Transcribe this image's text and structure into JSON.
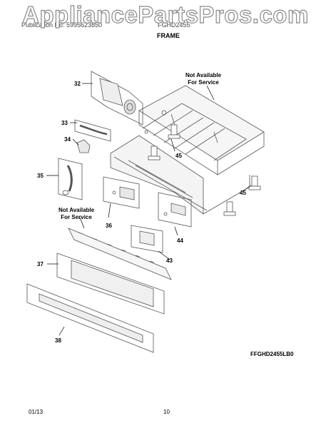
{
  "watermark": "AppliancePartsPros.com",
  "header": {
    "left_text": "Publication No: 5995623850",
    "right_text": "FGHD2455",
    "section_title": "FRAME"
  },
  "labels": {
    "not_available_1": "Not Available\nFor Service",
    "not_available_2": "Not Available\nFor Service"
  },
  "callouts": [
    "32",
    "33",
    "34",
    "35",
    "36",
    "37",
    "38",
    "43",
    "44",
    "45",
    "45"
  ],
  "model_code": "FFGHD2455LB0",
  "footer": {
    "date": "01/13",
    "page": "10"
  }
}
